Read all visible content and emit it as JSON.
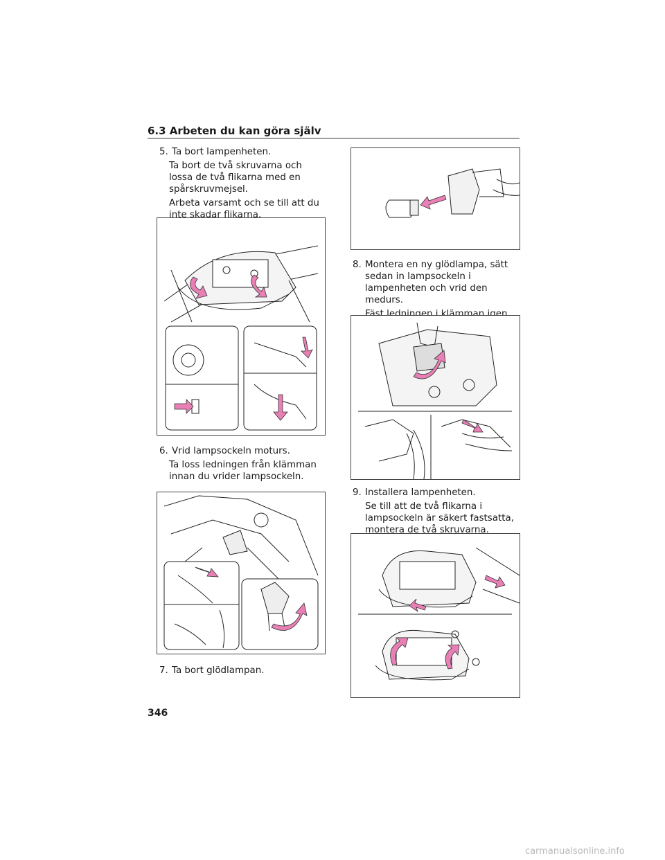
{
  "header": {
    "section_title": "6.3  Arbeten du kan göra själv"
  },
  "steps": [
    {
      "number": "5.",
      "title": "Ta bort lampenheten.",
      "body": [
        "Ta bort de två skruvarna och lossa de två flikarna med en spårskruvmejsel.",
        "Arbeta varsamt och se till att du inte skadar flikarna."
      ]
    },
    {
      "number": "6.",
      "title": "Vrid lampsockeln moturs.",
      "body": [
        "Ta loss ledningen från klämman innan du vrider lampsockeln."
      ]
    },
    {
      "number": "7.",
      "title": "Ta bort glödlampan.",
      "body": []
    },
    {
      "number": "8.",
      "title": "Montera en ny glödlampa, sätt sedan in lampsockeln i lampenheten och vrid den medurs.",
      "body": [
        "Fäst ledningen i klämman igen när lampsockeln har installerats."
      ]
    },
    {
      "number": "9.",
      "title": "Installera lampenheten.",
      "body": [
        "Se till att de två flikarna i lampsockeln är säkert fastsatta, montera de två skruvarna."
      ]
    }
  ],
  "page_number": "346",
  "watermark": "carmanualsonline.info",
  "colors": {
    "arrow": "#e87fb5",
    "arrow_stroke": "#333333",
    "line": "#222222"
  }
}
